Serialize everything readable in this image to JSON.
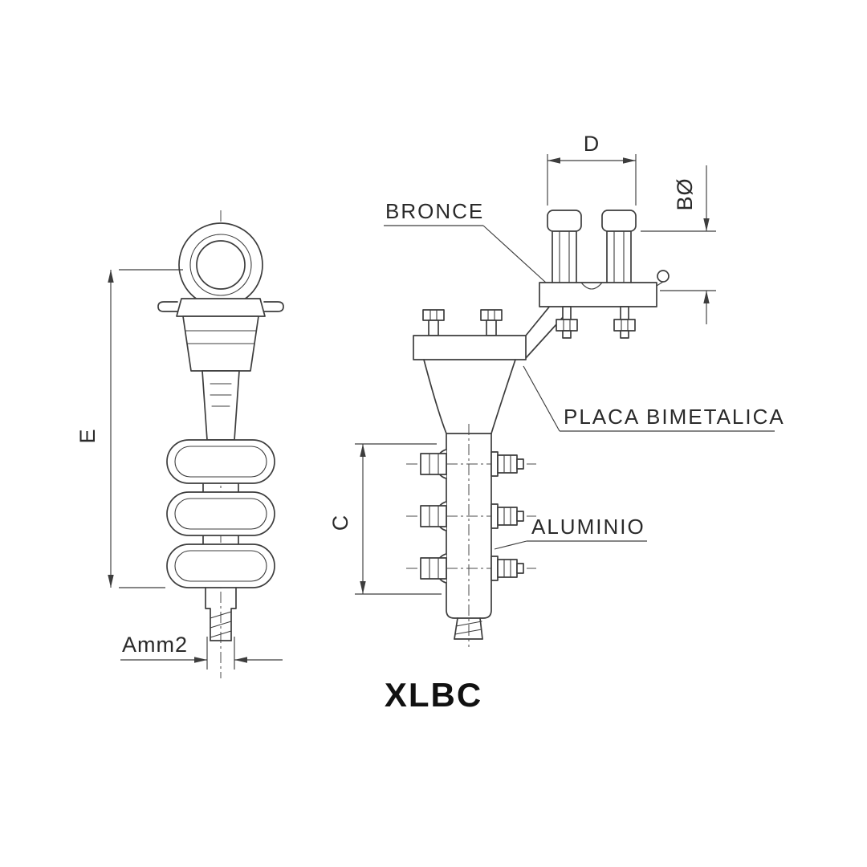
{
  "title": "XLBC",
  "part_labels": {
    "bronce": "BRONCE",
    "placa_bimetalica": "PLACA BIMETALICA",
    "aluminio": "ALUMINIO"
  },
  "dimension_labels": {
    "d": "D",
    "b_diameter": "BØ",
    "e": "E",
    "c": "C",
    "a_mm2": "Amm2"
  },
  "colors": {
    "line": "#3d3d3d",
    "text": "#2a2a2a",
    "background": "#ffffff"
  }
}
